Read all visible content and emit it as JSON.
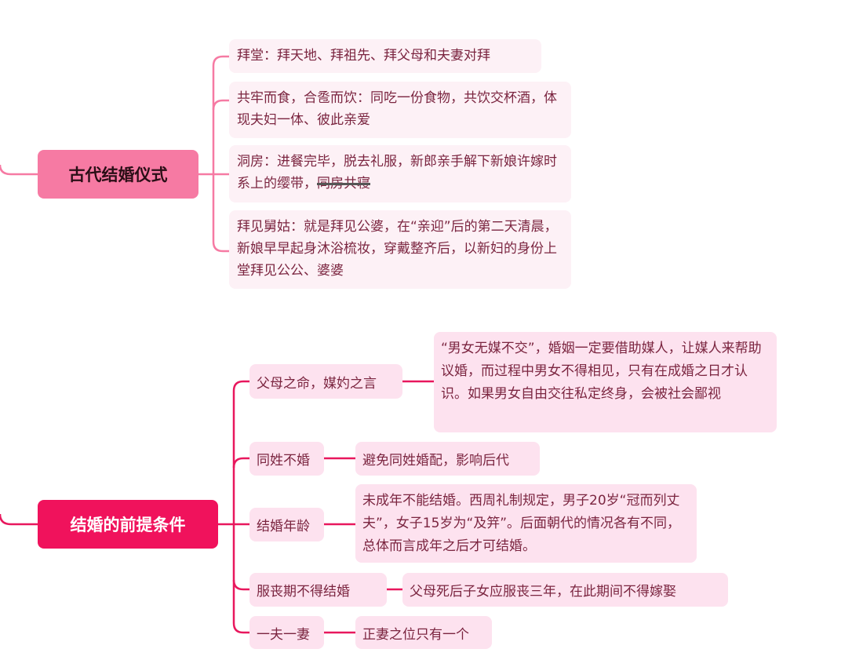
{
  "topics": [
    {
      "title": "古代结婚仪式",
      "items": [
        {
          "text": "拜堂：拜天地、拜祖先、拜父母和夫妻对拜"
        },
        {
          "text": "共牢而食，合卺而饮：同吃一份食物，共饮交杯酒，体现夫妇一体、彼此亲爱"
        },
        {
          "text": "洞房：进餐完毕，脱去礼服，新郎亲手解下新娘许嫁时系上的缨带，",
          "struck": "同房共寝"
        },
        {
          "text": "拜见舅姑：就是拜见公婆，在“亲迎”后的第二天清晨，新娘早早起身沐浴梳妆，穿戴整齐后，以新妇的身份上堂拜见公公、婆婆"
        }
      ]
    },
    {
      "title": "结婚的前提条件",
      "items": [
        {
          "label": "父母之命，媒妁之言",
          "detail": "“男女无媒不交”，婚姻一定要借助媒人，让媒人来帮助议婚，而过程中男女不得相见，只有在成婚之日才认识。如果男女自由交往私定终身，会被社会鄙视"
        },
        {
          "label": "同姓不婚",
          "detail": "避免同姓婚配，影响后代"
        },
        {
          "label": "结婚年龄",
          "detail": "未成年不能结婚。西周礼制规定，男子20岁“冠而列丈夫”，女子15岁为“及笄”。后面朝代的情况各有不同，总体而言成年之后才可结婚。"
        },
        {
          "label": "服丧期不得结婚",
          "detail": "父母死后子女应服丧三年，在此期间不得嫁娶"
        },
        {
          "label": "一夫一妻",
          "detail": "正妻之位只有一个"
        }
      ]
    }
  ],
  "colors": {
    "branch1": "#f67aa3",
    "branch2": "#e8175d",
    "leaf": "#fdf1f6",
    "sub": "#fde2ef"
  }
}
